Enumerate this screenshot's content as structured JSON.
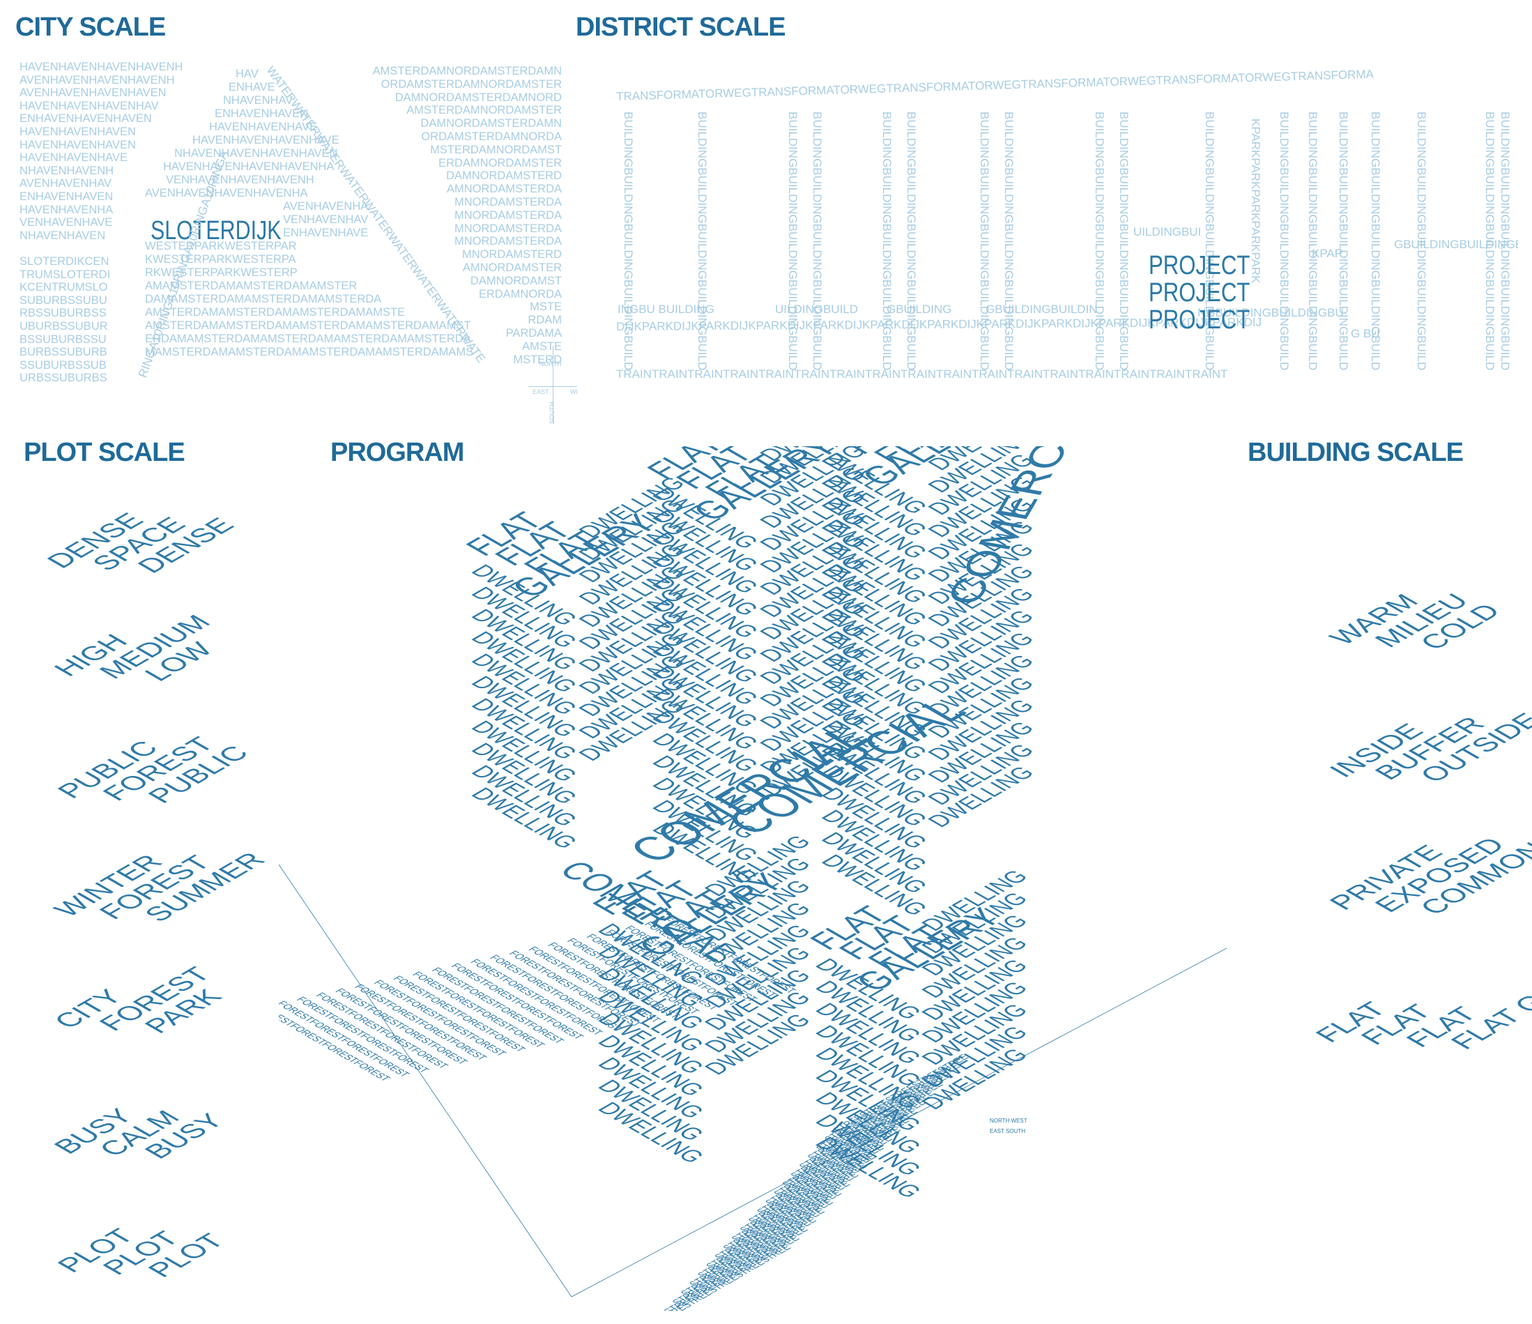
{
  "headings": {
    "city": "CITY SCALE",
    "district": "DISTRICT SCALE",
    "plot": "PLOT SCALE",
    "program": "PROGRAM",
    "building": "BUILDING SCALE"
  },
  "city": {
    "rows": [
      "HAVENHAVENHAVENHAVENH",
      "AVENHAVENHAVENHAVENH",
      "AVENHAVENHAVENHAVEN",
      "HAVENHAVENHAVENHAV",
      "ENHAVENHAVENHAVEN",
      "HAVENHAVENHAVEN",
      "HAVENHAVENHAVEN",
      "HAVENHAVENHAVE",
      "NHAVENHAVENH",
      "AVENHAVENHAV",
      "ENHAVENHAVEN",
      "HAVENHAVENHA",
      "VENHAVENHAVE",
      "NHAVENHAVEN",
      "",
      "SLOTERDIKCEN",
      "TRUMSLOTERDI",
      "KCENTRUMSLO",
      "SUBURBSSUBU",
      "RBSSUBURBSS",
      "UBURBSSUBUR",
      "BSSUBURBSSU",
      "BURBSSUBURB",
      "SSUBURBSSUB",
      "URBSSUBURBS"
    ],
    "mid_rows": [
      "HAV",
      "ENHAVE",
      "NHAVENHAV",
      "ENHAVENHAVEN",
      "HAVENHAVENHAVE",
      "HAVENHAVENHAVENHAVE",
      "NHAVENHAVENHAVENHAVEN",
      "HAVENHAVENHAVENHAVENHA",
      "VENHAVENHAVENHAVENH",
      "AVENHAVENHAVENHAVENHA",
      "AVENHAVENHA",
      "VENHAVENHAV",
      "ENHAVENHAVE",
      "WESTERPARKWESTERPAR",
      "KWESTERPARKWESTERPA",
      "RKWESTERPARKWESTERP",
      "AMAMSTERDAMAMSTERDAMAMSTER",
      "DAMAMSTERDAMAMSTERDAMAMSTERDA",
      "AMSTERDAMAMSTERDAMAMSTERDAMAMSTE",
      "AMSTERDAMAMSTERDAMAMSTERDAMAMSTERDAMAMST",
      "ERDAMAMSTERDAMAMSTERDAMAMSTERDAMAMSTERDA",
      "MAMSTERDAMAMSTERDAMAMSTERDAMAMSTERDAMAMS"
    ],
    "right_rows": [
      "AMSTERDAMNORDAMSTERDAMN",
      "ORDAMSTERDAMNORDAMSTER",
      "DAMNORDAMSTERDAMNORD",
      "AMSTERDAMNORDAMSTER",
      "DAMNORDAMSTERDAMN",
      "ORDAMSTERDAMNORDA",
      "MSTERDAMNORDAMST",
      "ERDAMNORDAMSTER",
      "DAMNORDAMSTERD",
      "AMNORDAMSTERDA",
      "MNORDAMSTERDA",
      "MNORDAMSTERDA",
      "MNORDAMSTERDA",
      "MNORDAMSTERDA",
      "MNORDAMSTERD",
      "AMNORDAMSTER",
      "DAMNORDAMST",
      "ERDAMNORDA",
      "MSTE",
      "RDAM",
      "PARDAMA",
      "AMSTE",
      "MSTERD"
    ],
    "ring_vertical": "RINGA10RINGA10RINGA10RINGA10RINGA10RINGA1",
    "ring_diagonal": "RINGA10RINGA10RINGA10RINGA10RINGA",
    "water": "WATERWATERWATERWATERWATERWATERWATERWATERWATE",
    "label": "SLOTERDIJK",
    "compass": [
      "NORTH",
      "EAST",
      "WEST",
      "SOUTH"
    ]
  },
  "district": {
    "top_line": "TRANSFORMATORWEGTRANSFORMATORWEGTRANSFORMATORWEGTRANSFORMATORWEGTRANSFORMATORWEGTRANSFORMA",
    "dijk_line": "DIJKPARKDIJKPARKDIJKPARKDIJKPARKDIJKPARKDIJKPARKDIJKPARKDIJKPARKDIJKPARKDIJKPARKDIJKPARKDIJ",
    "train_line": "TRAINTRAINTRAINTRAINTRAINTRAINTRAINTRAINTRAINTRAINTRAINTRAINTRAINTRAINTRAINTRAINTRAINT",
    "building_word": "BUILDINGBUILDINGBUILDINGBUILDINGBUILD",
    "building_fragments": [
      "INGBU BUILDING",
      "UILDINGBUILD",
      "GBUILDING",
      "GBUILDINGBUILDIN",
      "NGBUILDINGBUILDINGBU",
      "GBUILDINGBUILDINGBUILDIN",
      "UILDINGBUI",
      "G BU",
      "KPAR"
    ],
    "park_word": "KPARKPARKPARKPARKPARK",
    "project": [
      "PROJECT",
      "PROJECT",
      "PROJECT"
    ]
  },
  "plot_scale": [
    [
      "DENSE",
      "SPACE",
      "DENSE"
    ],
    [
      "HIGH",
      "MEDIUM",
      "LOW"
    ],
    [
      "PUBLIC",
      "FOREST",
      "PUBLIC"
    ],
    [
      "WINTER",
      "FOREST",
      "SUMMER"
    ],
    [
      "CITY",
      "FOREST",
      "PARK"
    ],
    [
      "BUSY",
      "CALM",
      "BUSY"
    ],
    [
      "PLOT",
      "PLOT",
      "PLOT"
    ]
  ],
  "building_scale": [
    [
      "WARM",
      "MILIEU",
      "COLD"
    ],
    [
      "INSIDE",
      "BUFFER",
      "OUTSIDE"
    ],
    [
      "PRIVATE",
      "EXPOSED",
      "COMMON"
    ],
    [
      "FLAT",
      "FLAT",
      "FLAT",
      "FLAT GALLERY"
    ]
  ],
  "program": {
    "flat": "FLAT",
    "gallery": "GALLERY",
    "dwelling": "DWELLING",
    "comercial": "COMERCIAL",
    "forest": "FORESTFORESTFORESTFOREST",
    "street": "STREESTREESTREESTREESTREE",
    "axis_ne": "NORTH WEST",
    "axis_se": "EAST SOUTH"
  }
}
